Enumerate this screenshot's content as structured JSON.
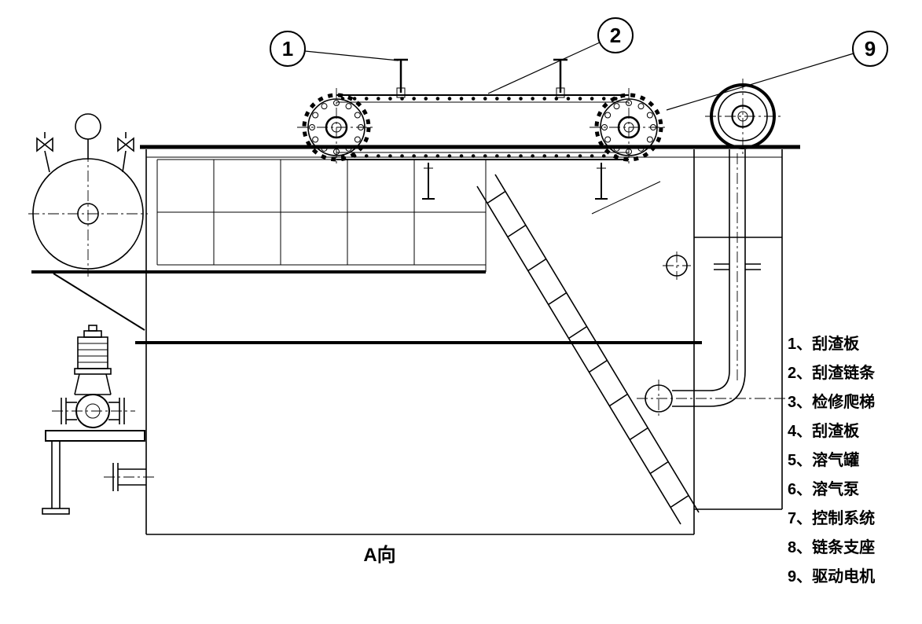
{
  "colors": {
    "line": "#000000",
    "background": "#ffffff"
  },
  "view_label": "A向",
  "callouts": [
    {
      "num": "1"
    },
    {
      "num": "2"
    },
    {
      "num": "9"
    }
  ],
  "legend": {
    "items": [
      {
        "label": "1、刮渣板"
      },
      {
        "label": "2、刮渣链条"
      },
      {
        "label": "3、检修爬梯"
      },
      {
        "label": "4、刮渣板"
      },
      {
        "label": "5、溶气罐"
      },
      {
        "label": "6、溶气泵"
      },
      {
        "label": "7、控制系统"
      },
      {
        "label": "8、链条支座"
      },
      {
        "label": "9、驱动电机"
      }
    ]
  }
}
